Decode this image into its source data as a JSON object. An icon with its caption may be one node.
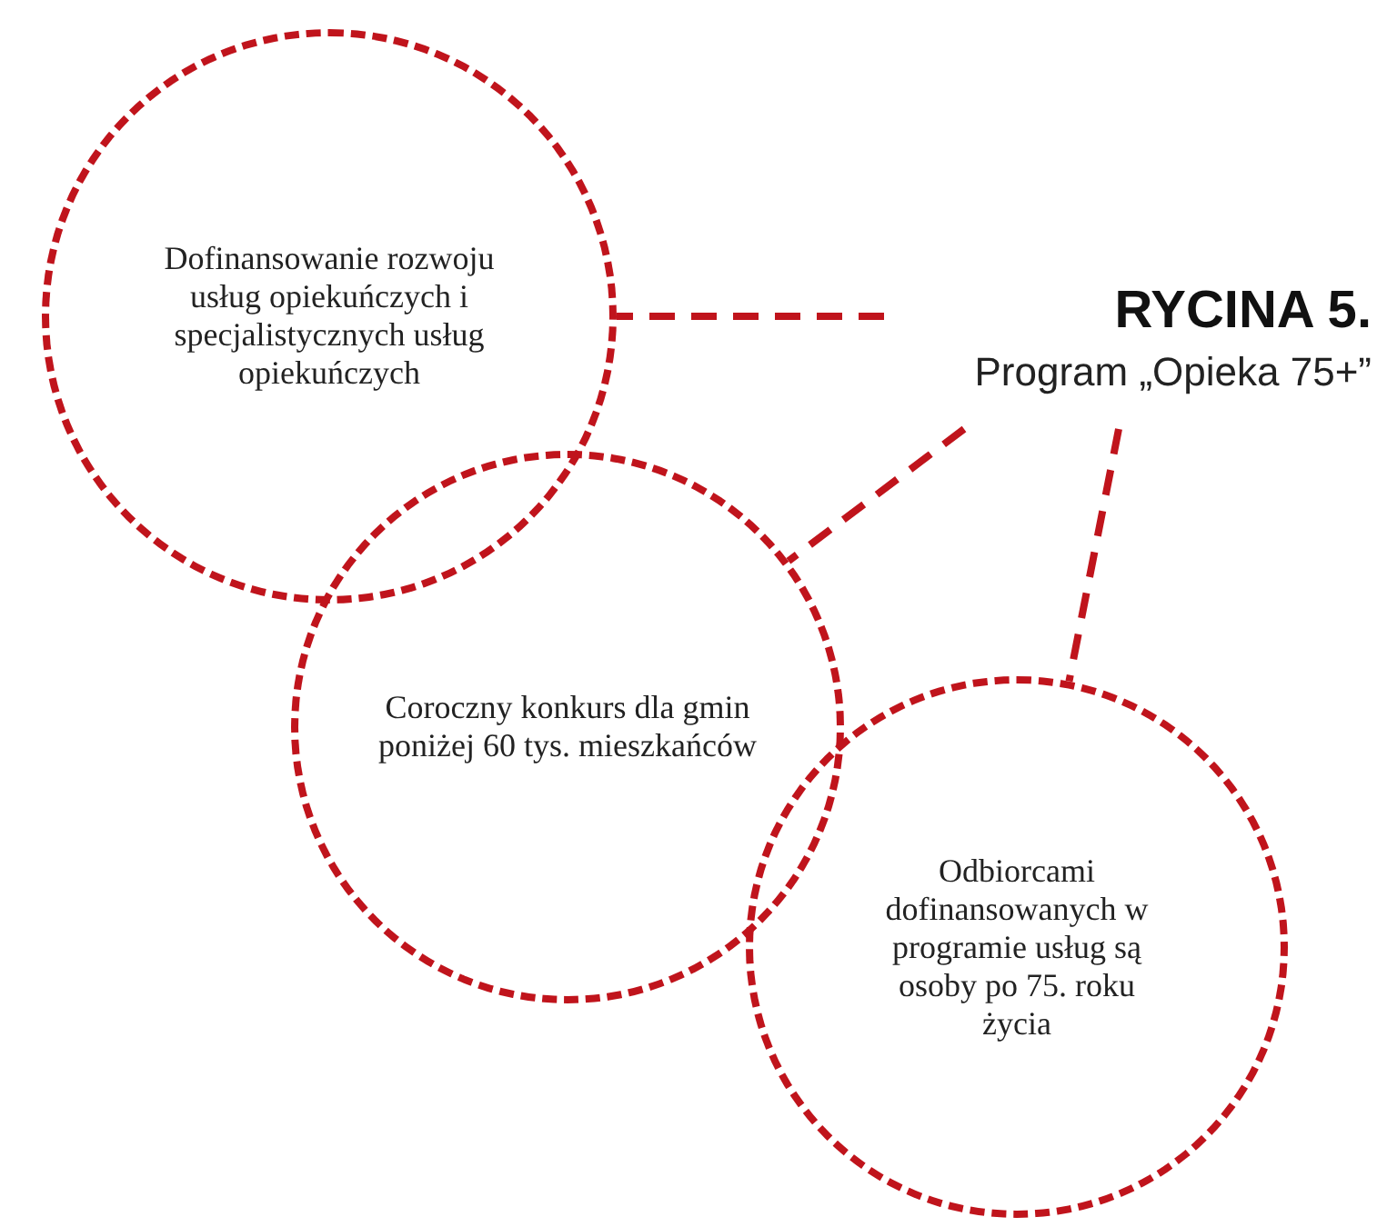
{
  "diagram": {
    "nodes": [
      {
        "text": [
          "Dofinansowanie rozwoju usług opiekuńczych i specjalistycznych usług opiekuńczych"
        ]
      },
      {
        "text": [
          "Coroczny konkurs dla gmin poniżej 60 tys. mieszkańców"
        ]
      },
      {
        "text": [
          "Odbiorcami dofinansowanych w programie usług są osoby po 75. roku życia"
        ]
      },
      {
        "text": [
          "RYCINA 5.",
          "Program „Opieka 75+”"
        ]
      }
    ],
    "edges": [
      {
        "from": 3,
        "to": 0,
        "arrow": "none"
      },
      {
        "from": 3,
        "to": 1,
        "arrow": "none"
      },
      {
        "from": 3,
        "to": 2,
        "arrow": "none"
      }
    ]
  }
}
